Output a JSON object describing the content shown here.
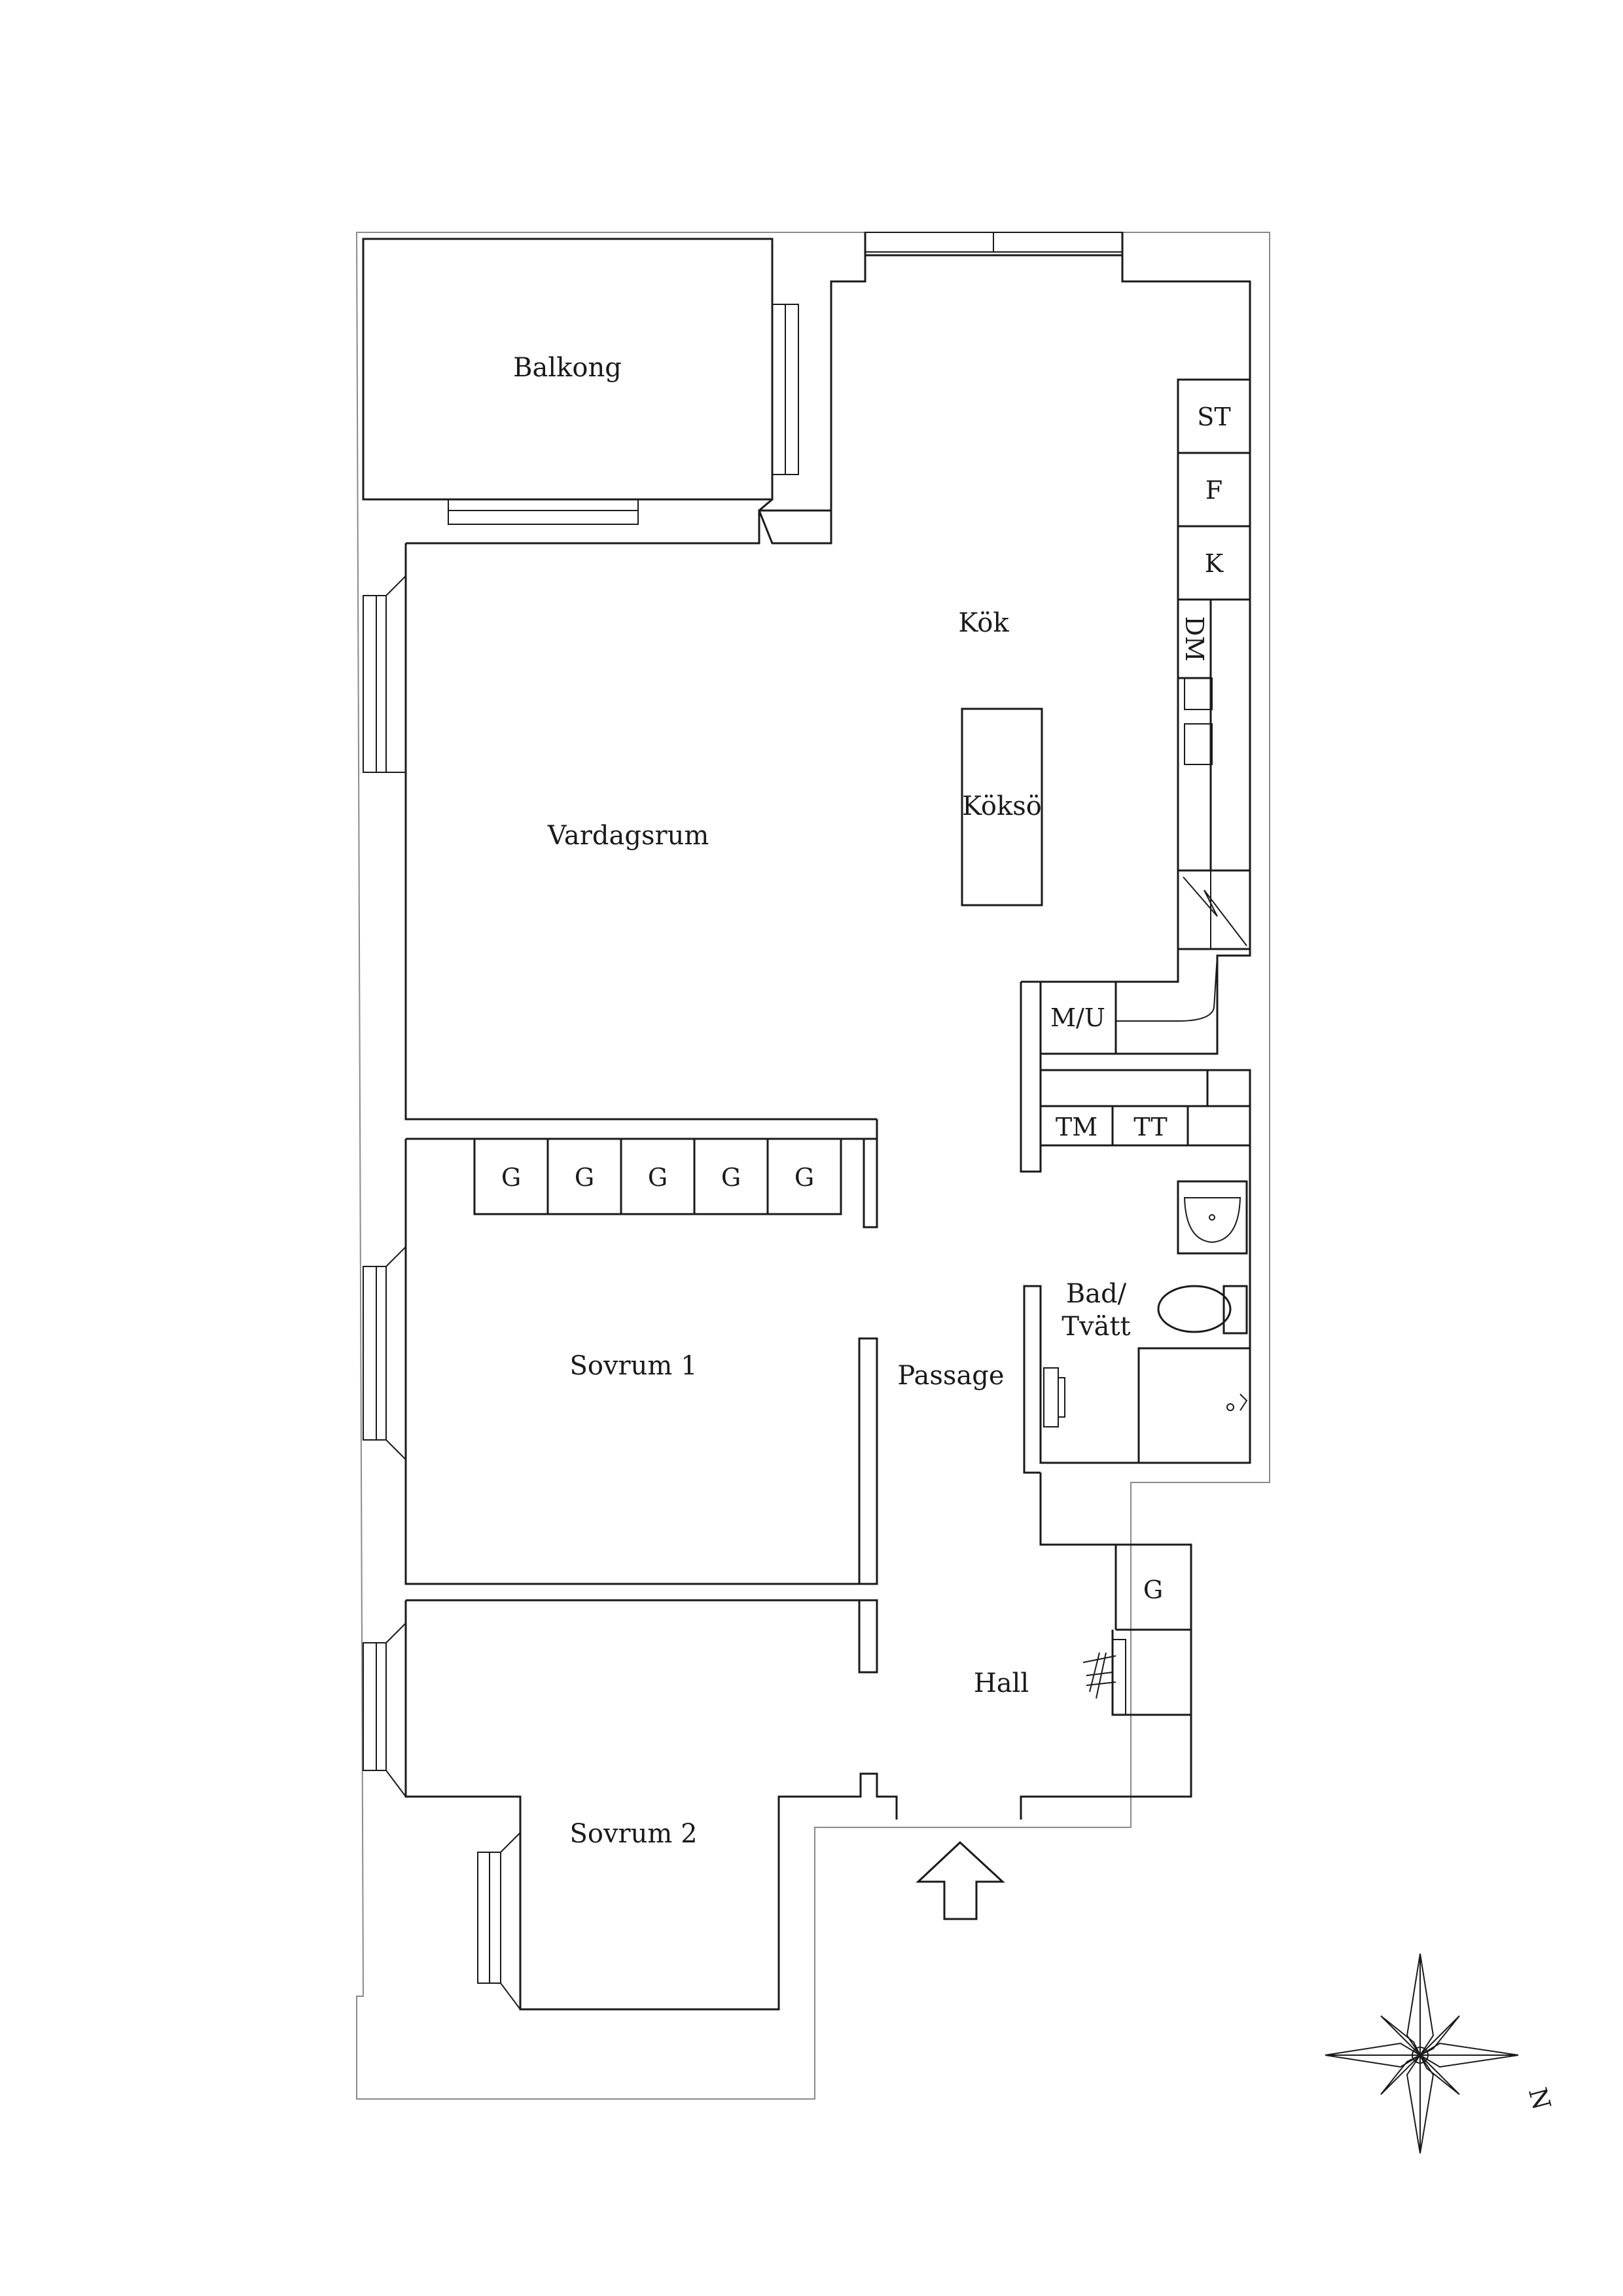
{
  "rooms": {
    "balkong": "Balkong",
    "kok": "Kök",
    "koksö": "Köksö",
    "vardagsrum": "Vardagsrum",
    "sovrum1": "Sovrum 1",
    "sovrum2": "Sovrum 2",
    "passage": "Passage",
    "hall": "Hall",
    "bad_line1": "Bad/",
    "bad_line2": "Tvätt"
  },
  "fixtures": {
    "stove": "ST",
    "fridge": "F",
    "freezer": "K",
    "dishwasher": "DM",
    "microwave": "M/U",
    "washer": "TM",
    "dryer": "TT",
    "wardrobe": "G",
    "hall_wardrobe": "G"
  },
  "compass": {
    "north": "N"
  },
  "colors": {
    "lines": "#1a1a1a",
    "outline": "#8a8a8a",
    "background": "#ffffff"
  }
}
